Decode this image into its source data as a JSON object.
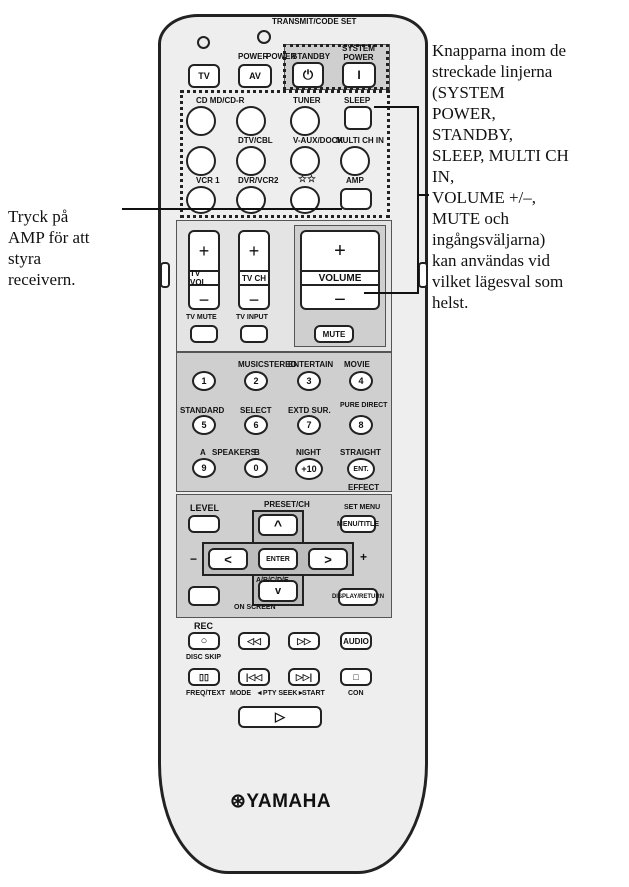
{
  "remote": {
    "transmit_label": "TRANSMIT/CODE SET",
    "top_labels": {
      "power": "POWER",
      "power2": "POWER",
      "standby": "STANDBY",
      "system_power": "SYSTEM\nPOWER"
    },
    "buttons": {
      "tv": "TV",
      "av": "AV",
      "standby_sym": "⏻",
      "system_power_sym": "I",
      "cd_md": "CD MD/CD-R",
      "tuner": "TUNER",
      "sleep": "SLEEP",
      "dtv_cbl": "DTV/CBL",
      "v_aux": "V-AUX/DOCK",
      "multi_ch": "MULTI CH IN",
      "vcr1": "VCR 1",
      "dvr_vcr2": "DVR/VCR2",
      "star": "☆☆",
      "amp": "AMP",
      "plus": "+",
      "minus": "−",
      "tv_vol": "TV VOL",
      "tv_ch": "TV CH",
      "volume": "VOLUME",
      "tv_mute": "TV MUTE",
      "tv_input": "TV INPUT",
      "mute": "MUTE",
      "n1": "1",
      "n2": "2",
      "n3": "3",
      "n4": "4",
      "n5": "5",
      "n6": "6",
      "n7": "7",
      "n8": "8",
      "n9": "9",
      "n0": "0",
      "n10": "+10",
      "ent": "ENT.",
      "l_musicstereo": "MUSIC",
      "l_stereo": "STEREO",
      "l_entertain": "ENTERTAIN",
      "l_movie": "MOVIE",
      "l_standard": "STANDARD",
      "l_select": "SELECT",
      "l_extd": "EXTD SUR.",
      "l_pure": "PURE DIRECT",
      "l_a": "A",
      "l_speakers": "SPEAKERS",
      "l_b": "B",
      "l_night": "NIGHT",
      "l_straight": "STRAIGHT",
      "l_effect": "EFFECT",
      "level": "LEVEL",
      "preset_ch": "PRESET/CH",
      "set_menu": "SET MENU",
      "menu_title": "MENU/TITLE",
      "up": "^",
      "left": "<",
      "enter": "ENTER",
      "right": ">",
      "down": "v",
      "a_b_tive": "A/B/C/D/E",
      "on_screen": "ON SCREEN",
      "display_return": "DISPLAY/RETURN",
      "nav_minus": "−",
      "nav_plus": "+",
      "rec": "REC",
      "rec_sym": "○",
      "rew": "◁◁",
      "ff": "▷▷",
      "audio": "AUDIO",
      "disc_skip": "DISC SKIP",
      "freq_text": "FREQ/TEXT",
      "mode": "MODE",
      "pty_seek": "◄PTY SEEK►",
      "start": "START",
      "con": "CON",
      "b_pause": "▯▯",
      "b_prev": "|◁◁",
      "b_next": "▷▷|",
      "b_stop": "□",
      "play": "▷"
    },
    "brand": "⊛YAMAHA"
  },
  "annotations": {
    "right_lines": [
      "Knapparna inom de",
      "streckade linjerna",
      "(SYSTEM",
      "POWER,",
      "STANDBY,",
      "SLEEP, MULTI CH",
      "IN,",
      "VOLUME +/–,",
      "MUTE och",
      "ingångsväljarna)",
      "kan användas vid",
      "vilket lägesval som",
      "helst."
    ],
    "left_lines": [
      "Tryck på",
      "AMP för att",
      "styra",
      "receivern."
    ]
  }
}
